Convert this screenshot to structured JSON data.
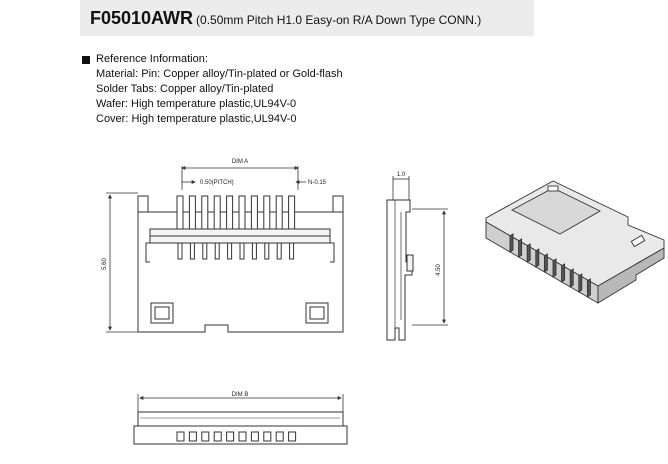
{
  "header": {
    "part_number": "F05010AWR",
    "description": "(0.50mm Pitch H1.0 Easy-on R/A Down Type CONN.)"
  },
  "reference": {
    "heading": "Reference Information:",
    "lines": [
      "Material: Pin: Copper alloy/Tin-plated or Gold-flash",
      "Solder Tabs: Copper alloy/Tin-plated",
      "Wafer: High temperature plastic,UL94V-0",
      "Cover: High temperature plastic,UL94V-0"
    ]
  },
  "dimensions": {
    "dim_a": "DIM A",
    "pitch": "0.50(PITCH)",
    "n_spacing": "N-0.15",
    "height": "5.60",
    "thickness": "1.0",
    "side_height": "4.50",
    "dim_b": "DIM B"
  }
}
